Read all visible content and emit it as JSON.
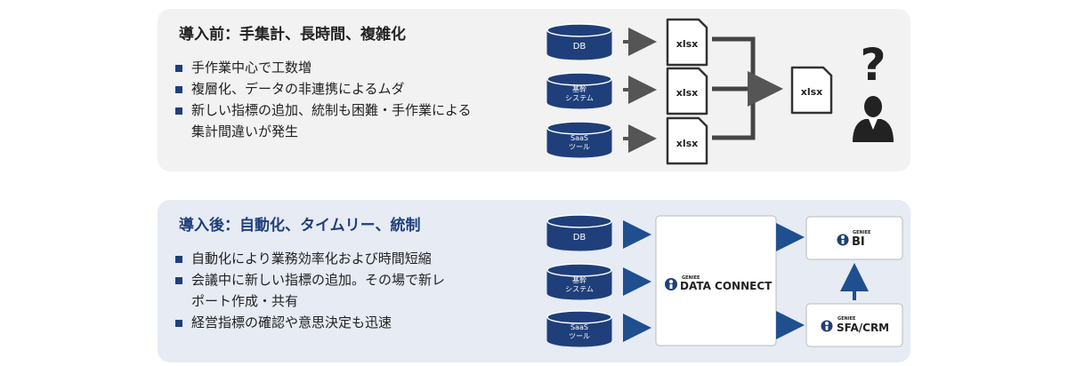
{
  "before": {
    "title": "導入前：手集計、長時間、複雑化",
    "bullets": [
      "手作業中心で工数増",
      "複層化、データの非連携によるムダ",
      "新しい指標の追加、統制も困難・手作業による",
      "集計間違いが発生"
    ],
    "sources": [
      {
        "label1": "DB",
        "label2": ""
      },
      {
        "label1": "基幹",
        "label2": "システム"
      },
      {
        "label1": "SaaS",
        "label2": "ツール"
      }
    ],
    "file_label": "xlsx",
    "question_mark": "?"
  },
  "after": {
    "title": "導入後：自動化、タイムリー、統制",
    "bullets": [
      "自動化により業務効率化および時間短縮",
      "会議中に新しい指標の追加。その場で新レ",
      "ポート作成・共有",
      "経営指標の確認や意思決定も迅速"
    ],
    "sources": [
      {
        "label1": "DB",
        "label2": ""
      },
      {
        "label1": "基幹",
        "label2": "システム"
      },
      {
        "label1": "SaaS",
        "label2": "ツール"
      }
    ],
    "hub": {
      "brand": "GENIEE",
      "name": "DATA CONNECT"
    },
    "bi": {
      "brand": "GENIEE",
      "name": "BI"
    },
    "sfa": {
      "brand": "GENIEE",
      "name": "SFA/CRM"
    }
  },
  "colors": {
    "navy": "#1f3f7a",
    "arrow_gray": "#555555",
    "line_gray": "#444444",
    "blue_arrow": "#1f4f8f"
  }
}
